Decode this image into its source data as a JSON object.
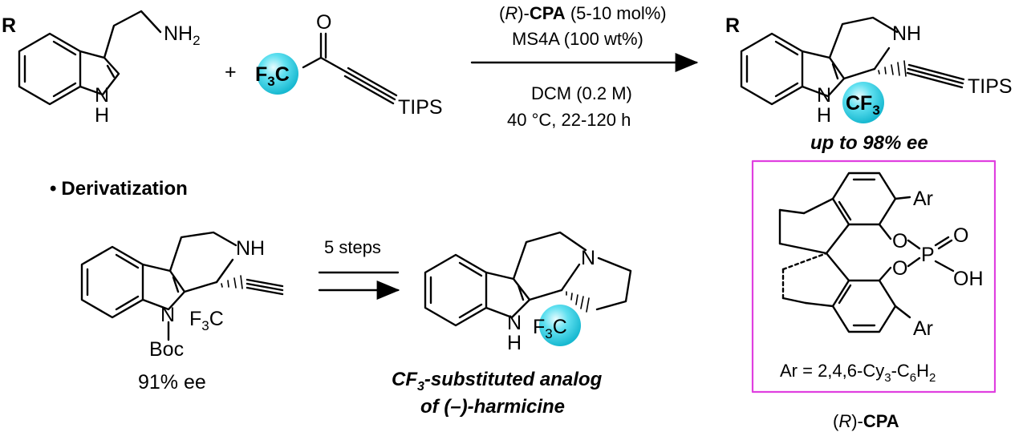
{
  "reaction": {
    "conditions": {
      "catalyst_prefix": "(",
      "catalyst_italic": "R",
      "catalyst_mid": ")-",
      "catalyst_bold": "CPA",
      "catalyst_loading": " (5-10 mol%)",
      "additive": "MS4A (100 wt%)",
      "solvent": "DCM (0.2 M)",
      "temp_time": "40 °C, 22-120 h"
    },
    "plus": "+",
    "tryptamine": {
      "r": "R",
      "nh2": "NH",
      "nh2_sub": "2",
      "nh": "N",
      "h": "H"
    },
    "ynone": {
      "o": "O",
      "f3c_f": "F",
      "f3c_sub": "3",
      "f3c_c": "C",
      "tips": "TIPS"
    },
    "product": {
      "r": "R",
      "nh": "NH",
      "n": "N",
      "h": "H",
      "cf3_c": "CF",
      "cf3_sub": "3",
      "tips": "TIPS"
    },
    "ee_result": "up to 98% ee"
  },
  "derivatization": {
    "bullet": "•",
    "title": "Derivatization",
    "boc_compound": {
      "nh": "NH",
      "n": "N",
      "boc": "Boc",
      "f3c_f": "F",
      "f3c_sub": "3",
      "f3c_c": "C",
      "ee": "91% ee"
    },
    "steps_label": "5 steps",
    "harmicine": {
      "n": "N",
      "nh_n": "N",
      "h": "H",
      "f3c_f": "F",
      "f3c_sub": "3",
      "f3c_c": "C"
    },
    "analog_name_a": "CF",
    "analog_name_sub": "3",
    "analog_name_b": "-substituted analog",
    "analog_name_line2": "of (–)-harmicine"
  },
  "catalyst": {
    "ar_top": "Ar",
    "ar_bottom": "Ar",
    "o1": "O",
    "o2": "O",
    "p": "P",
    "oh": "OH",
    "p_o": "O",
    "ar_def_a": "Ar = 2,4,6-Cy",
    "ar_def_sub1": "3",
    "ar_def_b": "-C",
    "ar_def_sub2": "6",
    "ar_def_c": "H",
    "ar_def_sub3": "2",
    "name_prefix": "(",
    "name_italic": "R",
    "name_mid": ")-",
    "name_bold": "CPA"
  },
  "colors": {
    "highlight_sphere": "#39d4e8",
    "ee_red": "#cc0000",
    "analog_blue": "#1a1aff",
    "box_magenta": "#e040e0"
  }
}
